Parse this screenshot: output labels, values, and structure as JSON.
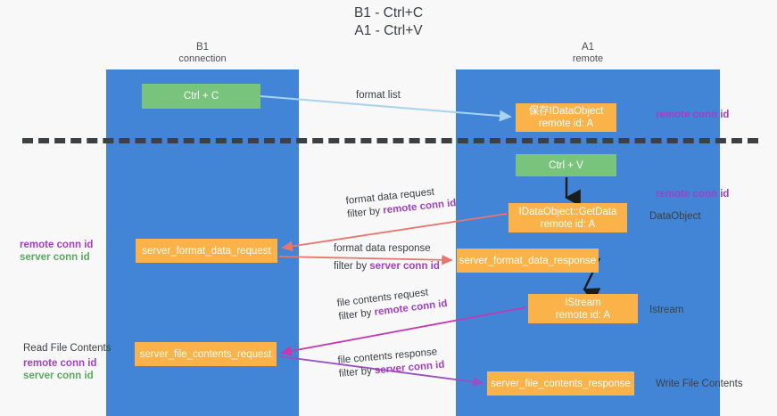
{
  "title": {
    "line1": "B1 - Ctrl+C",
    "line2": "A1 - Ctrl+V"
  },
  "lanes": [
    {
      "id": "b1",
      "name": "B1",
      "role": "connection",
      "color": "#4285d6"
    },
    {
      "id": "a1",
      "name": "A1",
      "role": "remote",
      "color": "#4285d6"
    }
  ],
  "colors": {
    "lane": "#4285d6",
    "green_node": "#79c47d",
    "orange_node": "#fbb248",
    "remote_conn_id": "#a23fc4",
    "server_conn_id": "#59a95e",
    "divider": "#3c4043",
    "arrow_blue": "#a8d3ef",
    "arrow_red": "#e8766b",
    "arrow_magenta": "#c738b0",
    "arrow_purple": "#9a4fc4",
    "arrow_black": "#1c1c1c",
    "background": "#f8f8f8"
  },
  "nodes": {
    "ctrl_c": {
      "label": "Ctrl + C",
      "sub": ""
    },
    "save_idataobject": {
      "label": "保存IDataObject",
      "sub": "remote id: A"
    },
    "ctrl_v": {
      "label": "Ctrl + V",
      "sub": ""
    },
    "getdata": {
      "label": "IDataObject::GetData",
      "sub": "remote id: A"
    },
    "server_format_data_request": {
      "label": "server_format_data_request",
      "sub": ""
    },
    "server_format_data_response": {
      "label": "server_format_data_response",
      "sub": ""
    },
    "istream": {
      "label": "IStream",
      "sub": "remote id: A"
    },
    "server_file_contents_request": {
      "label": "server_file_contents_request",
      "sub": ""
    },
    "server_file_contents_response": {
      "label": "server_file_contents_response",
      "sub": ""
    }
  },
  "edges": [
    {
      "id": "format_list",
      "line1": "format list",
      "line2": "",
      "filter_id": ""
    },
    {
      "id": "format_data_request",
      "line1": "format data request",
      "line2_prefix": "filter by ",
      "line2_id": "remote conn id"
    },
    {
      "id": "format_data_response",
      "line1": "format data response",
      "line2_prefix": "filter by ",
      "line2_id": "server conn id"
    },
    {
      "id": "file_contents_request",
      "line1": "file contents request",
      "line2_prefix": "filter by ",
      "line2_id": "remote conn id"
    },
    {
      "id": "file_contents_response",
      "line1": "file contents response",
      "line2_prefix": "filter by ",
      "line2_id": "server conn id"
    }
  ],
  "annotations": {
    "remote_conn_id_top": "remote conn id",
    "remote_conn_id_mid": "remote conn id",
    "dataobject": "DataObject",
    "istream": "Istream",
    "write_file_contents": "Write File Contents",
    "read_file_contents": "Read File Contents",
    "remote_conn_id_left1": "remote conn id",
    "server_conn_id_left1": "server conn id",
    "remote_conn_id_left2": "remote conn id",
    "server_conn_id_left2": "server conn id"
  }
}
